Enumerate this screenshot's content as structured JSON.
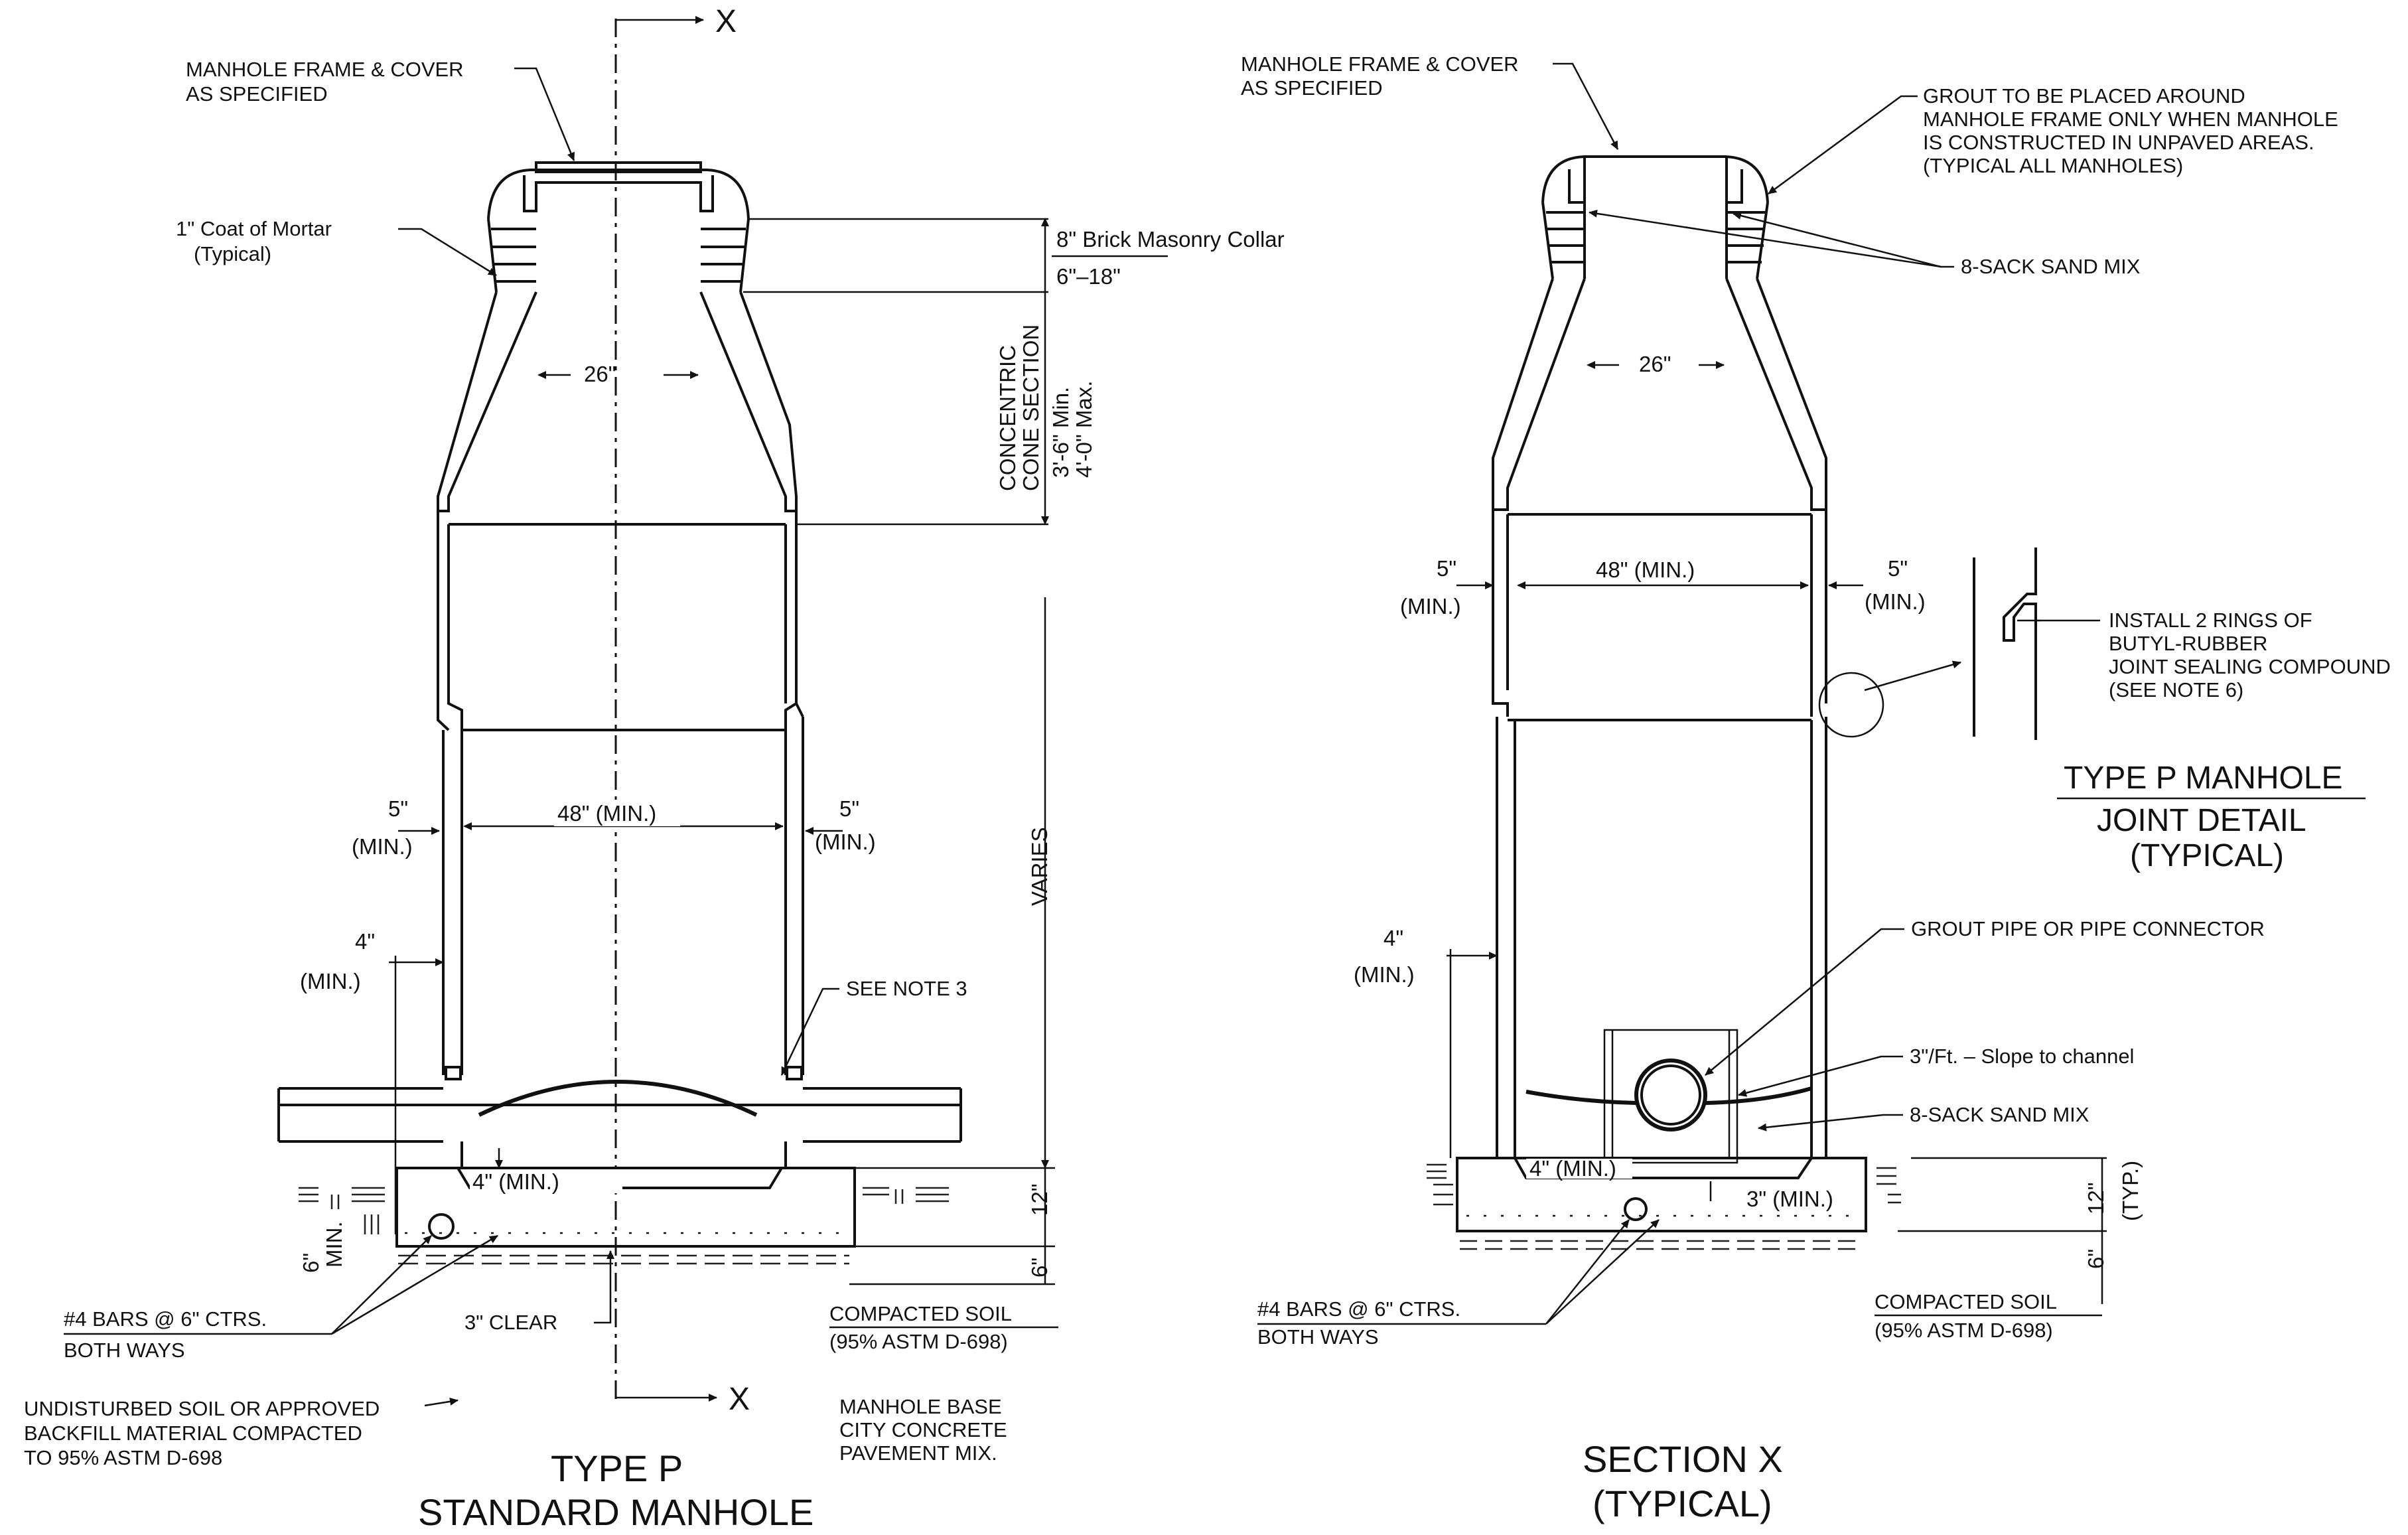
{
  "left_view": {
    "section_marker": "X",
    "labels": {
      "frame_cover_1": "MANHOLE FRAME & COVER",
      "frame_cover_2": "AS SPECIFIED",
      "mortar_1": "1\" Coat of Mortar",
      "mortar_2": "(Typical)",
      "brick_collar": "8\" Brick Masonry Collar",
      "collar_range": "6\"–18\"",
      "cone_1": "CONCENTRIC",
      "cone_2": "CONE SECTION",
      "cone_min": "3'-6\" Min.",
      "cone_max": "4'-0\" Max.",
      "opening": "26\"",
      "varies": "VARIES",
      "wall_left_1": "5\"",
      "wall_left_2": "(MIN.)",
      "inner_dia": "48\" (MIN.)",
      "wall_right_1": "5\"",
      "wall_right_2": "(MIN.)",
      "base_4_1": "4\"",
      "base_4_2": "(MIN.)",
      "see_note": "SEE NOTE 3",
      "base_min": "4\" (MIN.)",
      "base_12": "12\"",
      "base_6": "6\"",
      "min_6_1": "6\"",
      "min_6_2": "MIN.",
      "bars_1": "#4 BARS @ 6\" CTRS.",
      "bars_2": "BOTH WAYS",
      "clear": "3\" CLEAR",
      "soil_1": "COMPACTED SOIL",
      "soil_2": "(95% ASTM D-698)",
      "undisturbed_1": "UNDISTURBED SOIL OR APPROVED",
      "undisturbed_2": "BACKFILL MATERIAL COMPACTED",
      "undisturbed_3": "TO 95% ASTM D-698",
      "base_1": "MANHOLE BASE",
      "base_2": "CITY CONCRETE",
      "base_3": "PAVEMENT MIX."
    },
    "title_1": "TYPE P",
    "title_2": "STANDARD MANHOLE"
  },
  "right_view": {
    "labels": {
      "frame_cover_1": "MANHOLE FRAME & COVER",
      "frame_cover_2": "AS SPECIFIED",
      "grout_1": "GROUT TO BE PLACED AROUND",
      "grout_2": "MANHOLE FRAME ONLY WHEN MANHOLE",
      "grout_3": "IS CONSTRUCTED IN UNPAVED AREAS.",
      "grout_4": "(TYPICAL ALL MANHOLES)",
      "sand_mix_top": "8-SACK SAND MIX",
      "opening": "26\"",
      "wall_left_1": "5\"",
      "wall_left_2": "(MIN.)",
      "inner_dia": "48\" (MIN.)",
      "wall_right_1": "5\"",
      "wall_right_2": "(MIN.)",
      "base_4_1": "4\"",
      "base_4_2": "(MIN.)",
      "grout_pipe": "GROUT PIPE OR PIPE CONNECTOR",
      "slope": "3\"/Ft. – Slope to channel",
      "sand_mix_bottom": "8-SACK SAND MIX",
      "base_min": "4\" (MIN.)",
      "base_3": "3\" (MIN.)",
      "base_12": "12\"",
      "typ": "(TYP.)",
      "base_6": "6\"",
      "bars_1": "#4 BARS @ 6\" CTRS.",
      "bars_2": "BOTH WAYS",
      "soil_1": "COMPACTED SOIL",
      "soil_2": "(95% ASTM D-698)"
    },
    "title_1": "SECTION X",
    "title_2": "(TYPICAL)"
  },
  "joint_detail": {
    "install_1": "INSTALL 2 RINGS OF",
    "install_2": "BUTYL-RUBBER",
    "install_3": "JOINT SEALING COMPOUND",
    "install_4": "(SEE NOTE 6)",
    "title_1": "TYPE P MANHOLE",
    "title_2": "JOINT DETAIL",
    "title_3": "(TYPICAL)"
  }
}
